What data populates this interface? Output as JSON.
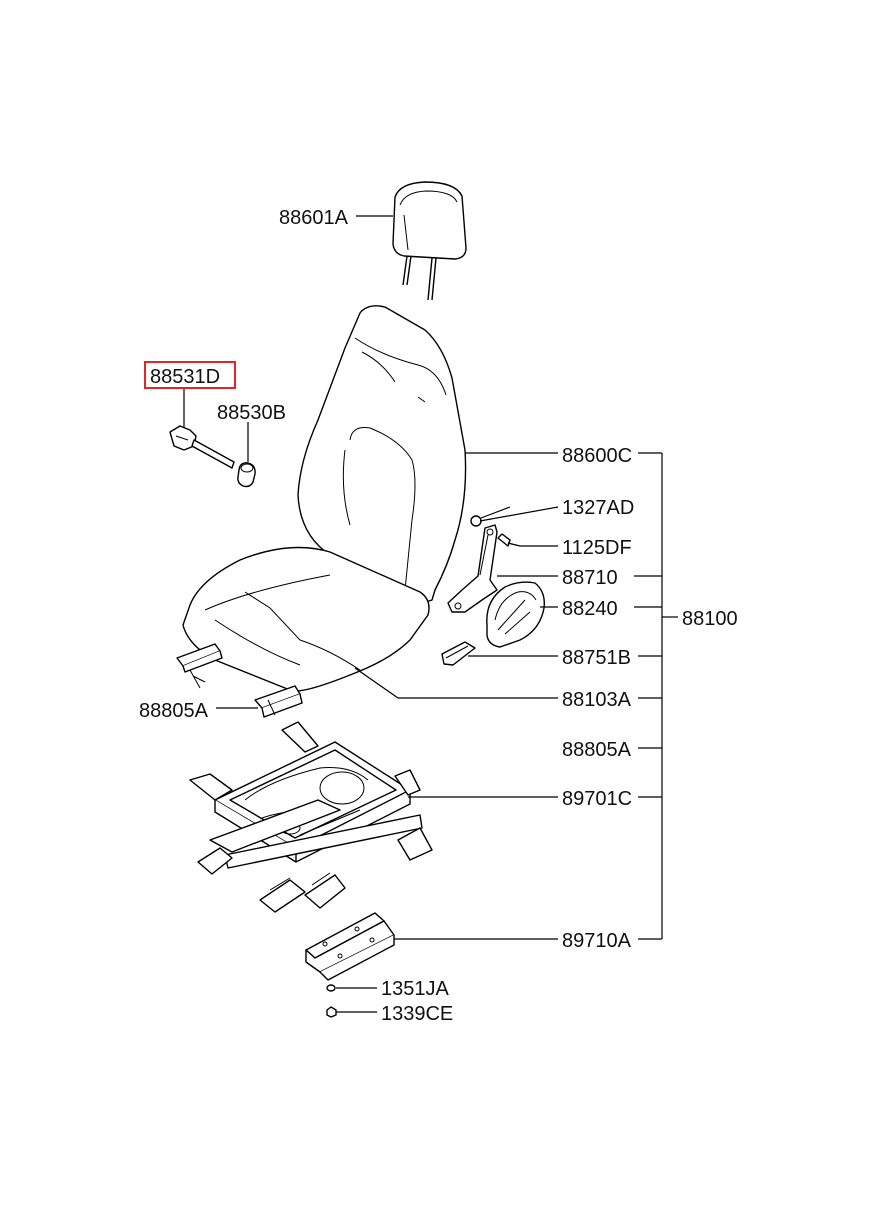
{
  "labels": {
    "headrest": "88601A",
    "recliner_knob": "88531D",
    "spacer": "88530B",
    "back_assembly": "88600C",
    "nut_top": "1327AD",
    "bolt": "1125DF",
    "recliner_arm": "88710",
    "recliner_cover": "88240",
    "knob_small": "88751B",
    "seat_cushion": "88103A",
    "rail_left": "88805A",
    "rail_right": "88805A",
    "track_assembly": "89701C",
    "bracket": "89710A",
    "nut_a": "1351JA",
    "nut_b": "1339CE",
    "seat_assembly": "88100"
  },
  "highlight": {
    "part": "88531D",
    "color": "#e0252b"
  },
  "colors": {
    "line": "#000000",
    "background": "#ffffff"
  }
}
